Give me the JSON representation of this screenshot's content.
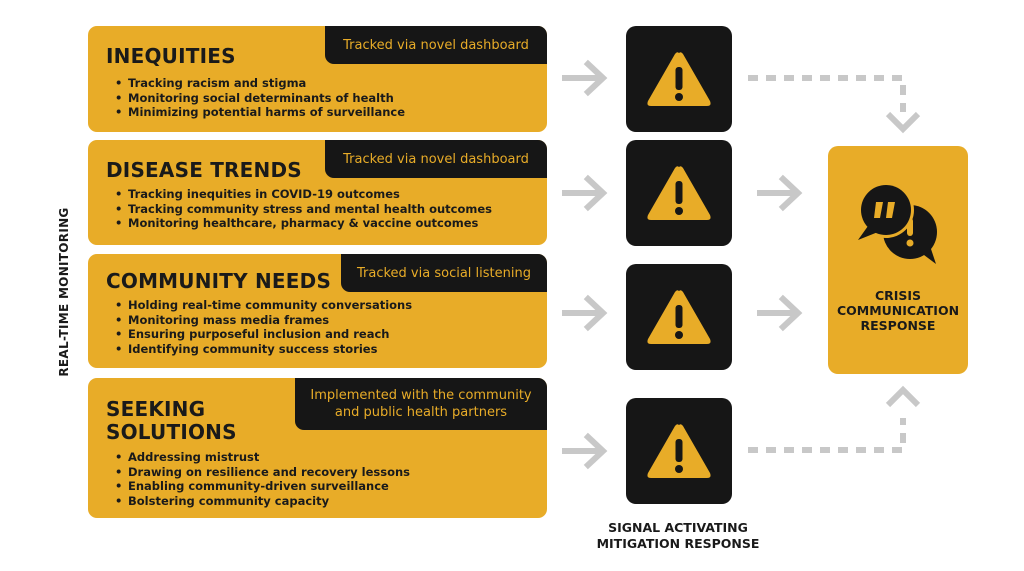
{
  "side_label": "REAL-TIME MONITORING",
  "cards": [
    {
      "title": "INEQUITIES",
      "tag": "Tracked via novel dashboard",
      "bullets": [
        "Tracking racism and stigma",
        "Monitoring social determinants of health",
        "Minimizing potential harms of surveillance"
      ]
    },
    {
      "title": "DISEASE TRENDS",
      "tag": "Tracked via novel dashboard",
      "bullets": [
        "Tracking inequities in COVID-19 outcomes",
        "Tracking community stress and mental health outcomes",
        "Monitoring healthcare, pharmacy & vaccine outcomes"
      ]
    },
    {
      "title": "COMMUNITY NEEDS",
      "tag": "Tracked via social listening",
      "bullets": [
        "Holding real-time community conversations",
        "Monitoring mass media frames",
        "Ensuring purposeful inclusion and reach",
        "Identifying community success stories"
      ]
    },
    {
      "title_line1": "SEEKING",
      "title_line2": "SOLUTIONS",
      "tag_line1": "Implemented with the community",
      "tag_line2": "and public health partners",
      "bullets": [
        "Addressing mistrust",
        "Drawing on resilience and recovery lessons",
        "Enabling community-driven surveillance",
        "Bolstering community capacity"
      ]
    }
  ],
  "crisis": {
    "line1": "CRISIS",
    "line2": "COMMUNICATION",
    "line3": "RESPONSE"
  },
  "bottom_label": {
    "line1": "SIGNAL ACTIVATING",
    "line2": "MITIGATION RESPONSE"
  },
  "colors": {
    "accent": "#e8ac28",
    "dark": "#161616",
    "arrow": "#c8c8c8"
  },
  "icons": [
    "warning-icon",
    "arrow-right-icon",
    "arrow-down-icon",
    "arrow-up-icon",
    "chat-bubbles-icon"
  ]
}
